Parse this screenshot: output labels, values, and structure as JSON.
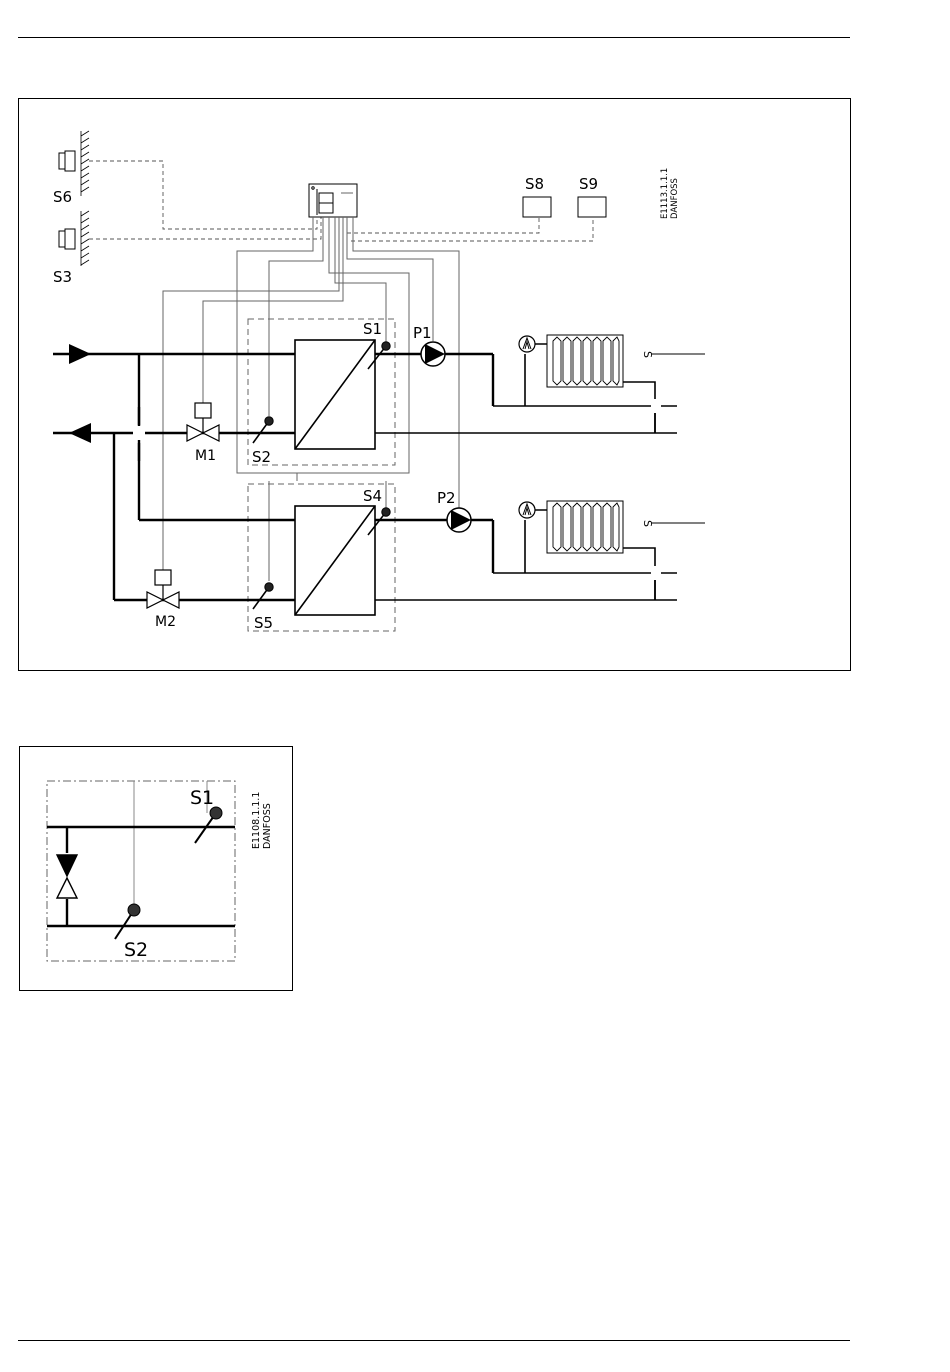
{
  "diagram1": {
    "labels": {
      "S1": "S1",
      "S2": "S2",
      "S3": "S3",
      "S4": "S4",
      "S5": "S5",
      "S6": "S6",
      "S8": "S8",
      "S9": "S9",
      "P1": "P1",
      "P2": "P2",
      "M1": "M1",
      "M2": "M2",
      "code": "E1113.1.1.1",
      "brand": "DANFOSS",
      "mark1": "S",
      "mark2": "S"
    }
  },
  "diagram2": {
    "labels": {
      "S1": "S1",
      "S2": "S2",
      "code": "E1108.1.1.1",
      "brand": "DANFOSS"
    }
  }
}
